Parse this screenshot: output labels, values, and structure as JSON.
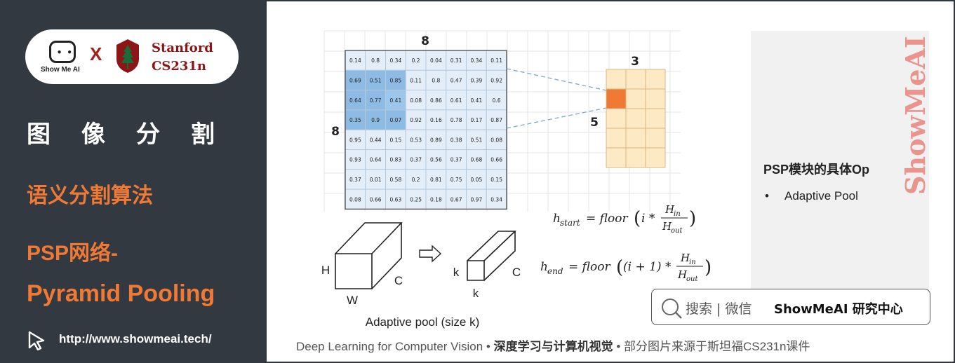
{
  "brand": {
    "showme_label": "Show Me AI",
    "x_mark": "X",
    "stanford_line1": "Stanford",
    "stanford_line2": "CS231n"
  },
  "sidebar": {
    "title_main": "图像分割",
    "title_sub": "语义分割算法",
    "psp_line1": "PSP网络-",
    "psp_line2": "Pyramid Pooling",
    "url": "http://www.showmeai.tech/"
  },
  "figure": {
    "grid_top_label": "8",
    "grid_left_label": "8",
    "out_top_label": "3",
    "out_left_label": "5",
    "grid_values": [
      [
        "0.14",
        "0.8",
        "0.34",
        "0.2",
        "0.04",
        "0.31",
        "0.34",
        "0.11"
      ],
      [
        "0.69",
        "0.51",
        "0.85",
        "0.11",
        "0.8",
        "0.47",
        "0.39",
        "0.92"
      ],
      [
        "0.64",
        "0.77",
        "0.41",
        "0.08",
        "0.86",
        "0.61",
        "0.41",
        "0.6"
      ],
      [
        "0.35",
        "0.9",
        "0.07",
        "0.92",
        "0.16",
        "0.78",
        "0.17",
        "0.87"
      ],
      [
        "0.95",
        "0.44",
        "0.15",
        "0.53",
        "0.89",
        "0.38",
        "0.51",
        "0.08"
      ],
      [
        "0.93",
        "0.64",
        "0.83",
        "0.37",
        "0.56",
        "0.37",
        "0.68",
        "0.66"
      ],
      [
        "0.37",
        "0.01",
        "0.58",
        "0.2",
        "0.81",
        "0.75",
        "0.05",
        "0.15"
      ],
      [
        "0.08",
        "0.66",
        "0.63",
        "0.25",
        "0.18",
        "0.67",
        "0.97",
        "0.34"
      ]
    ],
    "formula_start": "h_start = floor(i * H_in / H_out)",
    "formula_end": "h_end = floor((i + 1) * H_in / H_out)",
    "cube_labels": {
      "h": "H",
      "w": "W",
      "c": "C",
      "k1": "k",
      "k2": "k",
      "c2": "C"
    },
    "caption": "Adaptive pool (size k)"
  },
  "side_panel": {
    "title": "PSP模块的具体Op",
    "bullet": "Adaptive Pool",
    "watermark": "ShowMeAI"
  },
  "search": {
    "hint": "搜索 | 微信",
    "brand": "ShowMeAI 研究中心"
  },
  "footer": {
    "part1": "Deep Learning for Computer Vision",
    "sep1": " • ",
    "part2": "深度学习与计算机视觉",
    "sep2": " • ",
    "part3": "部分图片来源于斯坦福CS231n课件"
  },
  "colors": {
    "accent": "#f07a35",
    "stanford_red": "#8c1515",
    "sidebar_bg": "#333940",
    "grid_highlight": "#7fb3df",
    "output_cell": "#fde9c4",
    "output_active": "#f07a35"
  }
}
